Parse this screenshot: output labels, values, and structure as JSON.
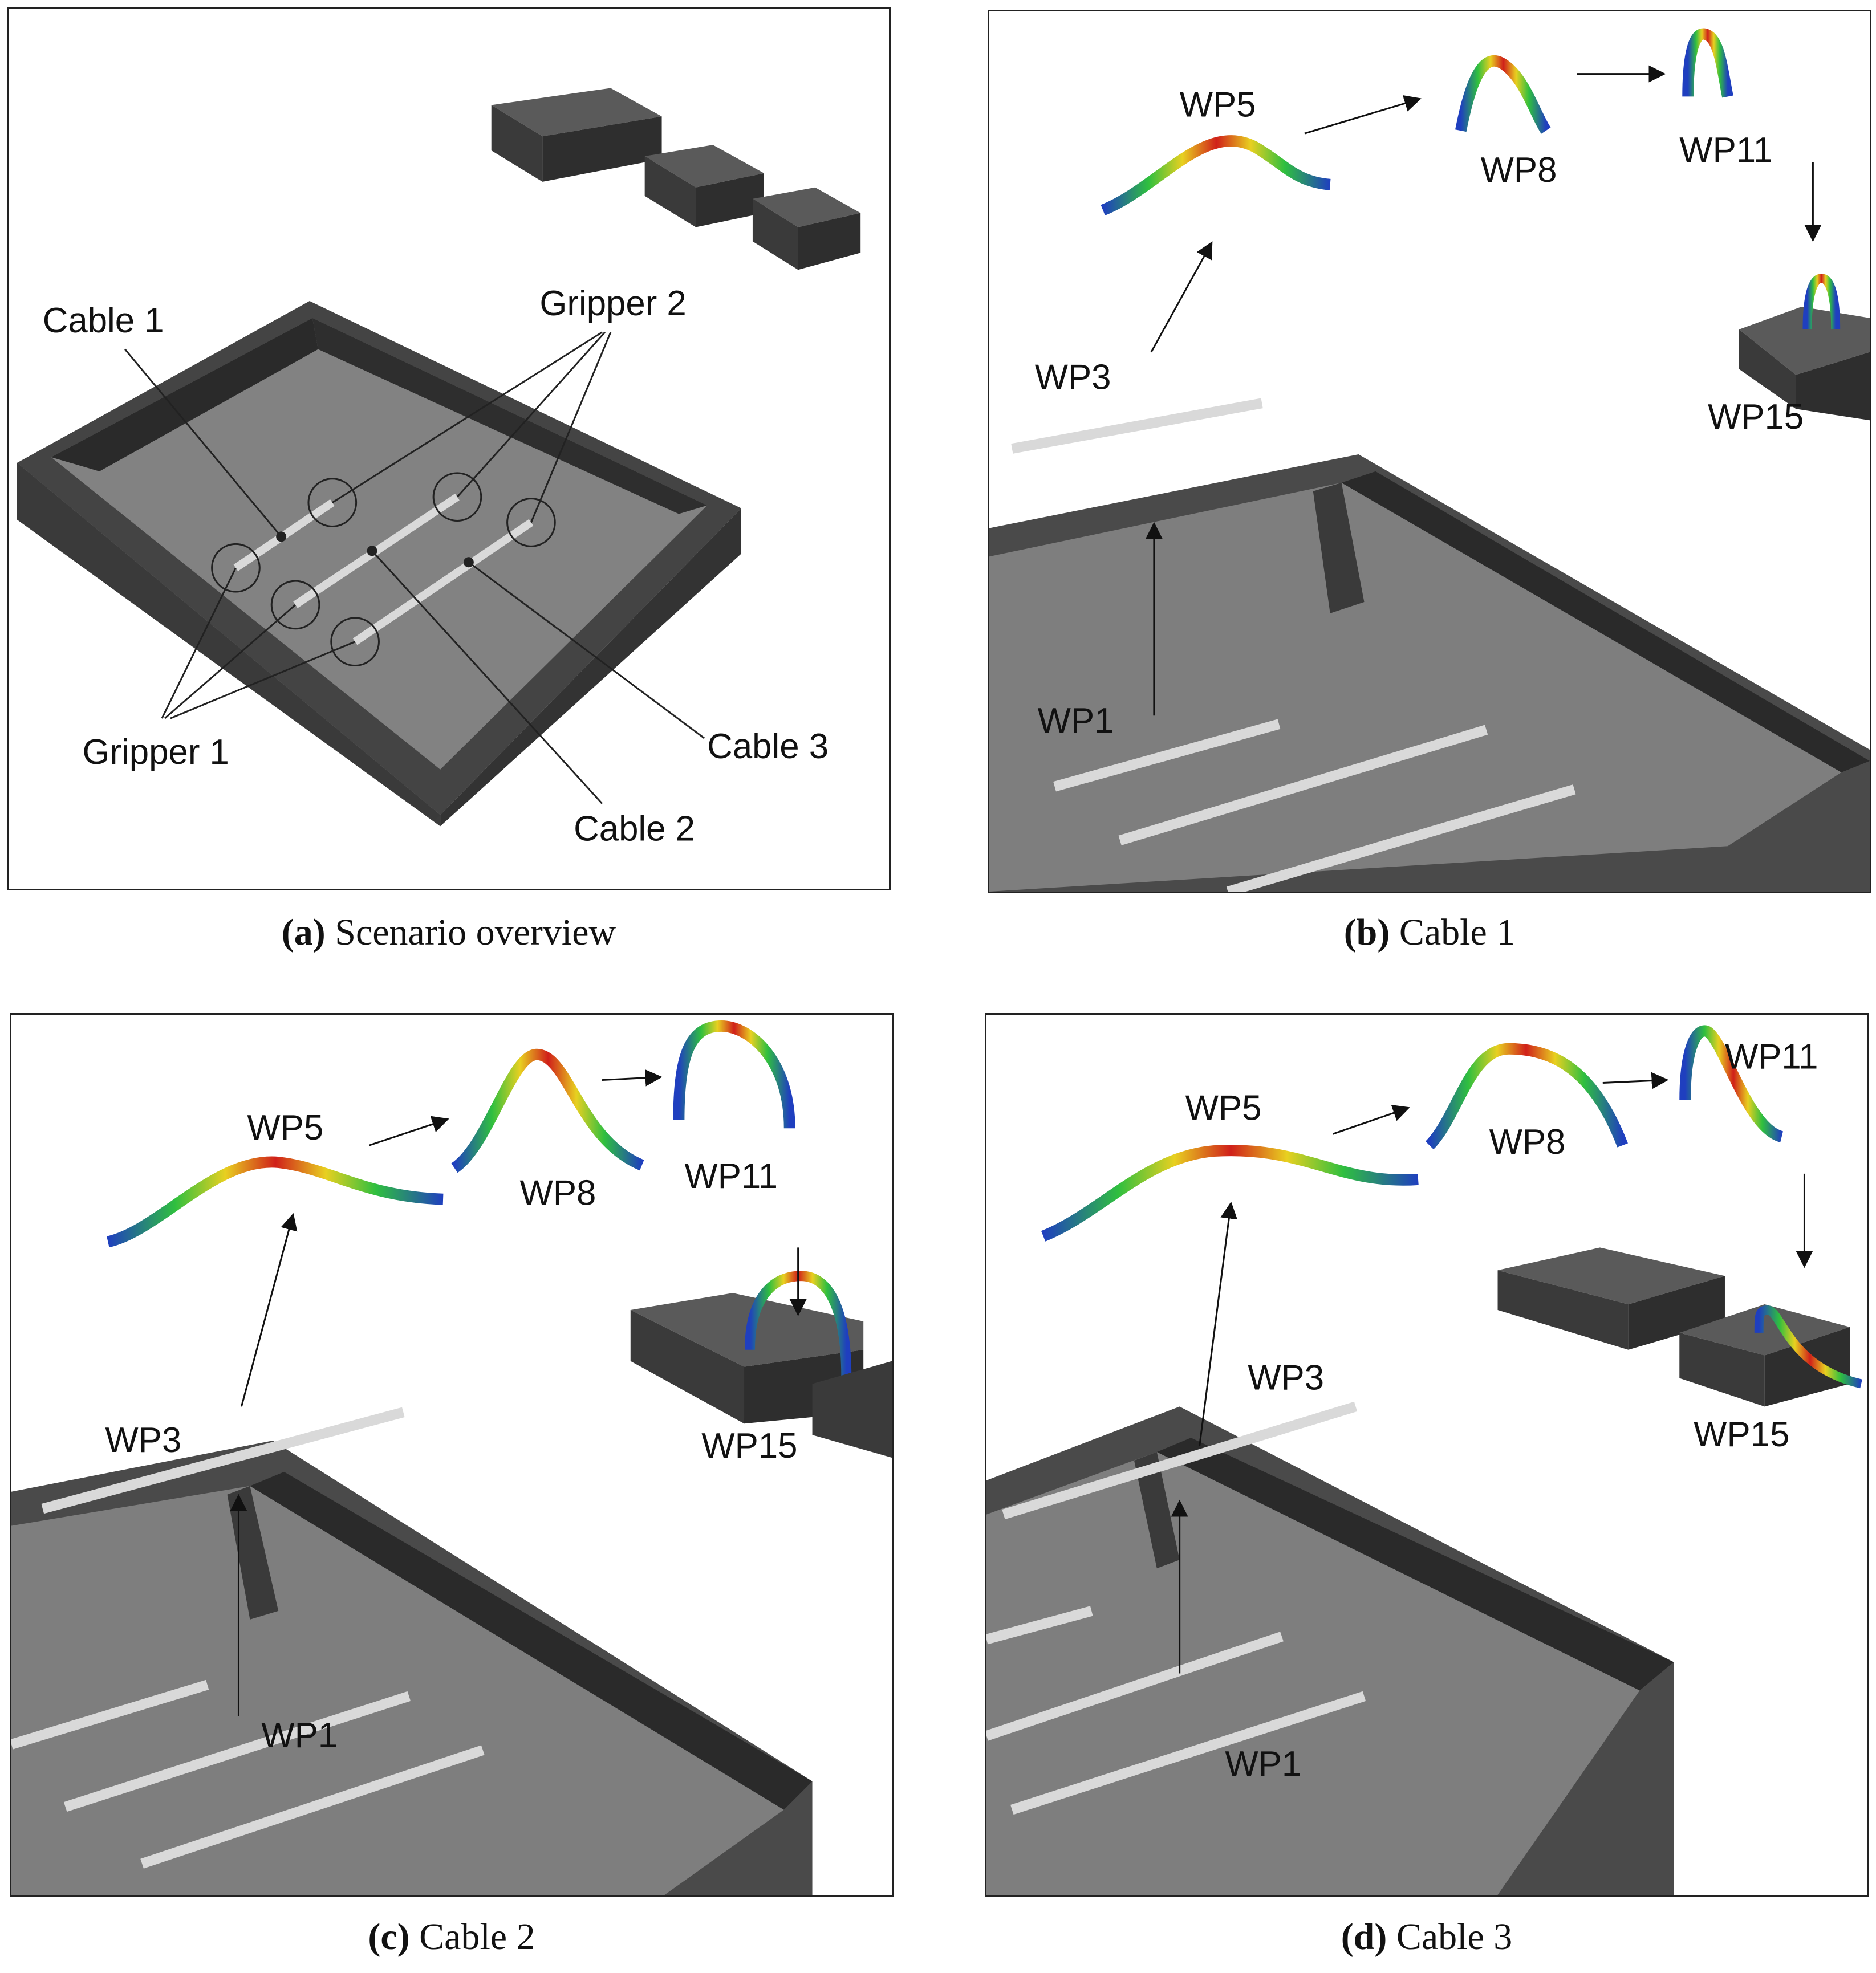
{
  "panels": {
    "a": {
      "caption_letter": "(a)",
      "caption_text": "Scenario overview",
      "labels": {
        "cable1": "Cable 1",
        "cable2": "Cable 2",
        "cable3": "Cable 3",
        "gripper1": "Gripper 1",
        "gripper2": "Gripper 2"
      }
    },
    "b": {
      "caption_letter": "(b)",
      "caption_text": "Cable 1",
      "waypoints": {
        "wp1": "WP1",
        "wp3": "WP3",
        "wp5": "WP5",
        "wp8": "WP8",
        "wp11": "WP11",
        "wp15": "WP15"
      }
    },
    "c": {
      "caption_letter": "(c)",
      "caption_text": "Cable 2",
      "waypoints": {
        "wp1": "WP1",
        "wp3": "WP3",
        "wp5": "WP5",
        "wp8": "WP8",
        "wp11": "WP11",
        "wp15": "WP15"
      }
    },
    "d": {
      "caption_letter": "(d)",
      "caption_text": "Cable 3",
      "waypoints": {
        "wp1": "WP1",
        "wp3": "WP3",
        "wp5": "WP5",
        "wp8": "WP8",
        "wp11": "WP11",
        "wp15": "WP15"
      }
    }
  },
  "colors": {
    "tray": "#4a4a4a",
    "tray_floor": "#7a7a7a",
    "cable": "#d9d9d9",
    "deform_low": "#1f3fbf",
    "deform_mid": "#2fbf3f",
    "deform_high": "#d0201a"
  }
}
